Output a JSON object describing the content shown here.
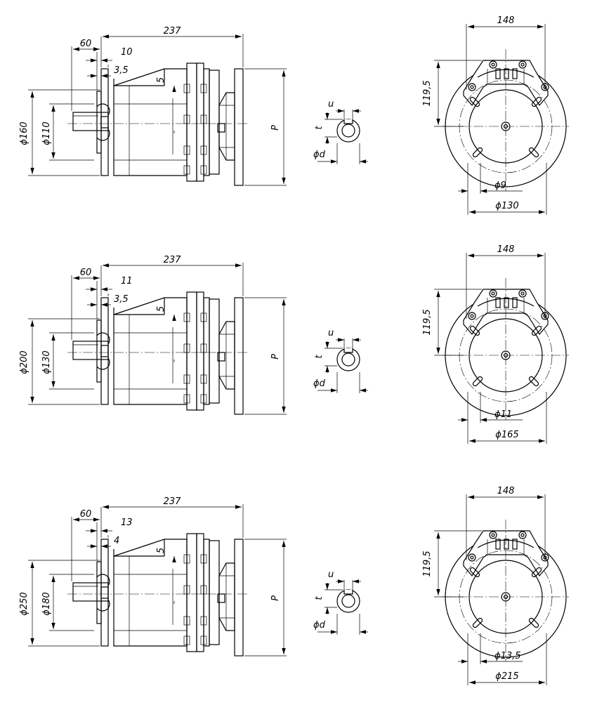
{
  "views": [
    {
      "side": {
        "length": "237",
        "flange_offset": "60",
        "flange_thickness": "10",
        "spigot": "3,5",
        "chamfer": "5",
        "outer_diameter": "ϕ160",
        "spigot_diameter": "ϕ110",
        "height_label": "P"
      },
      "shaft": {
        "key_width": "u",
        "key_depth": "t",
        "diameter": "ϕd"
      },
      "front": {
        "width": "148",
        "height": "119,5",
        "hole_diameter": "ϕ9",
        "pcd": "ϕ130"
      }
    },
    {
      "side": {
        "length": "237",
        "flange_offset": "60",
        "flange_thickness": "11",
        "spigot": "3,5",
        "chamfer": "5",
        "outer_diameter": "ϕ200",
        "spigot_diameter": "ϕ130",
        "height_label": "P"
      },
      "shaft": {
        "key_width": "u",
        "key_depth": "t",
        "diameter": "ϕd"
      },
      "front": {
        "width": "148",
        "height": "119,5",
        "hole_diameter": "ϕ11",
        "pcd": "ϕ165"
      }
    },
    {
      "side": {
        "length": "237",
        "flange_offset": "60",
        "flange_thickness": "13",
        "spigot": "4",
        "chamfer": "5",
        "outer_diameter": "ϕ250",
        "spigot_diameter": "ϕ180",
        "height_label": "P"
      },
      "shaft": {
        "key_width": "u",
        "key_depth": "t",
        "diameter": "ϕd"
      },
      "front": {
        "width": "148",
        "height": "119,5",
        "hole_diameter": "ϕ13,5",
        "pcd": "ϕ215"
      }
    }
  ]
}
